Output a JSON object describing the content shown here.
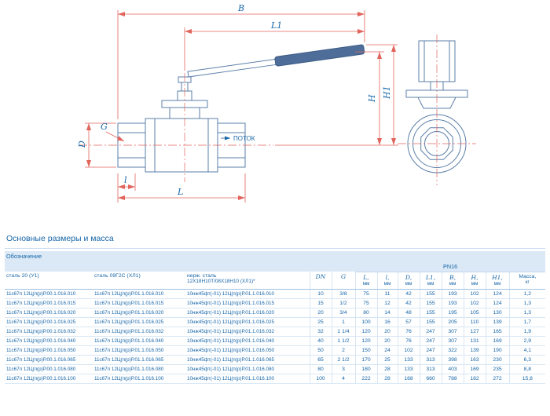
{
  "colors": {
    "accent_blue": "#1766a8",
    "drawing_line": "#5b7fa8",
    "dimension_red": "#e2645c",
    "header_band": "#dbe9f6",
    "grid_line": "#d8e7f5"
  },
  "diagram": {
    "labels": {
      "B": "B",
      "L1": "L1",
      "H": "H",
      "H1": "H1",
      "D": "D",
      "G": "G",
      "L": "L",
      "l": "l",
      "flow": "ПОТОК"
    }
  },
  "section": {
    "title": "Основные размеры и масса"
  },
  "table": {
    "designation_label": "Обозначение",
    "pn_label": "PN16",
    "columns": [
      {
        "label": "сталь 20 (У1)",
        "unit": "",
        "dim": false
      },
      {
        "label": "сталь 09Г2С (ХЛ1)",
        "unit": "",
        "dim": false
      },
      {
        "label": "нерж. сталь",
        "unit": "12Х18Н10Т/08Х18Н10 (ХЛ1)*",
        "dim": false
      },
      {
        "label": "DN",
        "unit": "",
        "dim": true
      },
      {
        "label": "G",
        "unit": "",
        "dim": true
      },
      {
        "label": "L,",
        "unit": "мм",
        "dim": true
      },
      {
        "label": "l,",
        "unit": "мм",
        "dim": true
      },
      {
        "label": "D,",
        "unit": "мм",
        "dim": true
      },
      {
        "label": "L1,",
        "unit": "мм",
        "dim": true
      },
      {
        "label": "B,",
        "unit": "мм",
        "dim": true
      },
      {
        "label": "H,",
        "unit": "мм",
        "dim": true
      },
      {
        "label": "H1,",
        "unit": "мм",
        "dim": true
      },
      {
        "label": "Масса,",
        "unit": "кг",
        "dim": false
      }
    ],
    "rows": [
      [
        "11с67п 12Ц(п(р)Р.00.1.016.010",
        "11с67п 12Ц(п(р)Р.01.1.016.010",
        "10нж45фт(-01) 12Ц(п(р)Р.01.1.016.010",
        "10",
        "3/8",
        "75",
        "11",
        "42",
        "155",
        "193",
        "102",
        "124",
        "1,2"
      ],
      [
        "11с67п 12Ц(п(р)Р.00.1.016.015",
        "11с67п 12Ц(п(р)Р.01.1.016.015",
        "10нж45фт(-01) 12Ц(п(р)Р.01.1.016.015",
        "15",
        "1/2",
        "75",
        "12",
        "42",
        "155",
        "193",
        "102",
        "124",
        "1,3"
      ],
      [
        "11с67п 12Ц(п(р)Р.00.1.016.020",
        "11с67п 12Ц(п(р)Р.01.1.016.020",
        "10нж45фт(-01) 12Ц(п(р)Р.01.1.016.020",
        "20",
        "3/4",
        "80",
        "14",
        "48",
        "155",
        "195",
        "105",
        "130",
        "1,3"
      ],
      [
        "11с67п 12Ц(п(р)Р.00.1.016.025",
        "11с67п 12Ц(п(р)Р.01.1.016.025",
        "10нж45фт(-01) 12Ц(п(р)Р.01.1.016.025",
        "25",
        "1",
        "100",
        "16",
        "57",
        "155",
        "205",
        "110",
        "139",
        "1,7"
      ],
      [
        "11с67п 12Ц(п(р)Р.00.1.016.032",
        "11с67п 12Ц(п(р)Р.01.1.016.032",
        "10нж45фт(-01) 12Ц(п(р)Р.01.1.016.032",
        "32",
        "1 1/4",
        "120",
        "20",
        "76",
        "247",
        "307",
        "127",
        "165",
        "1,9"
      ],
      [
        "11с67п 12Ц(п(р)Р.00.1.016.040",
        "11с67п 12Ц(п(р)Р.01.1.016.040",
        "10нж45фт(-01) 12Ц(п(р)Р.01.1.016.040",
        "40",
        "1 1/2",
        "120",
        "20",
        "76",
        "247",
        "307",
        "131",
        "169",
        "2,9"
      ],
      [
        "11с67п 12Ц(п(р)Р.00.1.016.050",
        "11с67п 12Ц(п(р)Р.01.1.016.050",
        "10нж45фт(-01) 12Ц(п(р)Р.01.1.016.050",
        "50",
        "2",
        "150",
        "24",
        "102",
        "247",
        "322",
        "139",
        "190",
        "4,1"
      ],
      [
        "11с67п 12Ц(п(р)Р.00.1.016.065",
        "11с67п 12Ц(п(р)Р.01.1.016.065",
        "10нж45фт(-01) 12Ц(п(р)Р.01.1.016.065",
        "65",
        "2 1/2",
        "170",
        "25",
        "133",
        "313",
        "398",
        "163",
        "230",
        "6,3"
      ],
      [
        "11с67п 12Ц(п(р)Р.00.1.016.080",
        "11с67п 12Ц(п(р)Р.01.1.016.080",
        "10нж45фт(-01) 12Ц(п(р)Р.01.1.016.080",
        "80",
        "3",
        "180",
        "28",
        "133",
        "313",
        "403",
        "169",
        "235",
        "8,8"
      ],
      [
        "11с67п 12Ц(п(р)Р.00.1.016.100",
        "11с67п 12Ц(п(р)Р.01.1.016.100",
        "10нж45фт(-01) 12Ц(п(р)Р.01.1.016.100",
        "100",
        "4",
        "222",
        "28",
        "168",
        "660",
        "788",
        "182",
        "272",
        "15,8"
      ]
    ]
  }
}
